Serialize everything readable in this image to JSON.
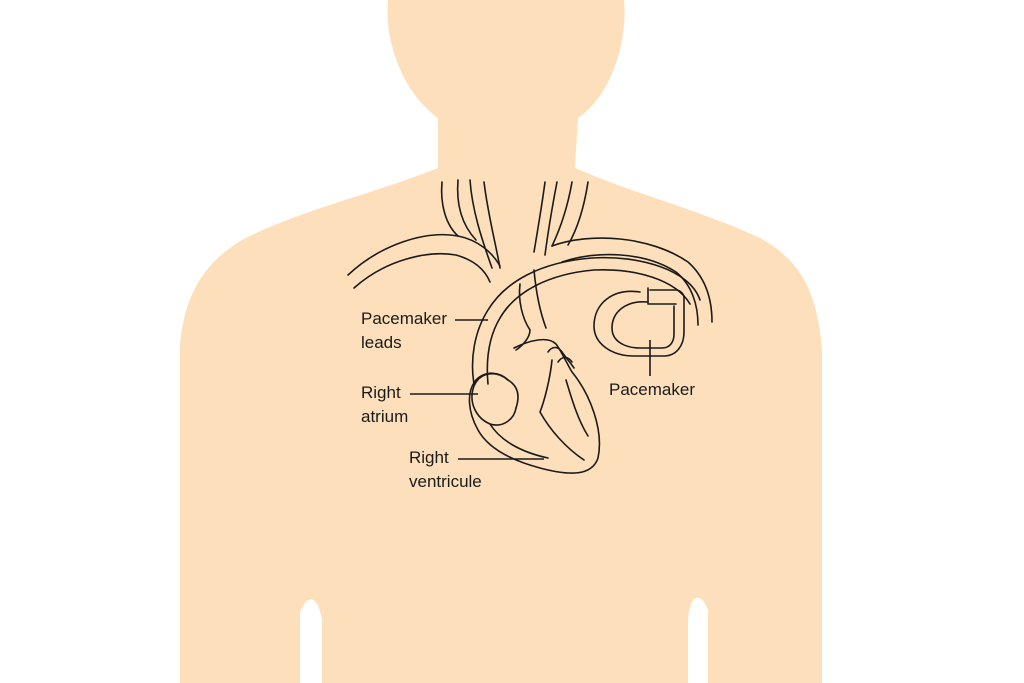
{
  "colors": {
    "skin": "#fde0bb",
    "line": "#1a1a1a",
    "background": "#ffffff"
  },
  "labels": {
    "pacemaker_leads": [
      "Pacemaker",
      "leads"
    ],
    "right_atrium": [
      "Right",
      "atrium"
    ],
    "right_ventricle": [
      "Right",
      "ventricule"
    ],
    "pacemaker": "Pacemaker"
  }
}
